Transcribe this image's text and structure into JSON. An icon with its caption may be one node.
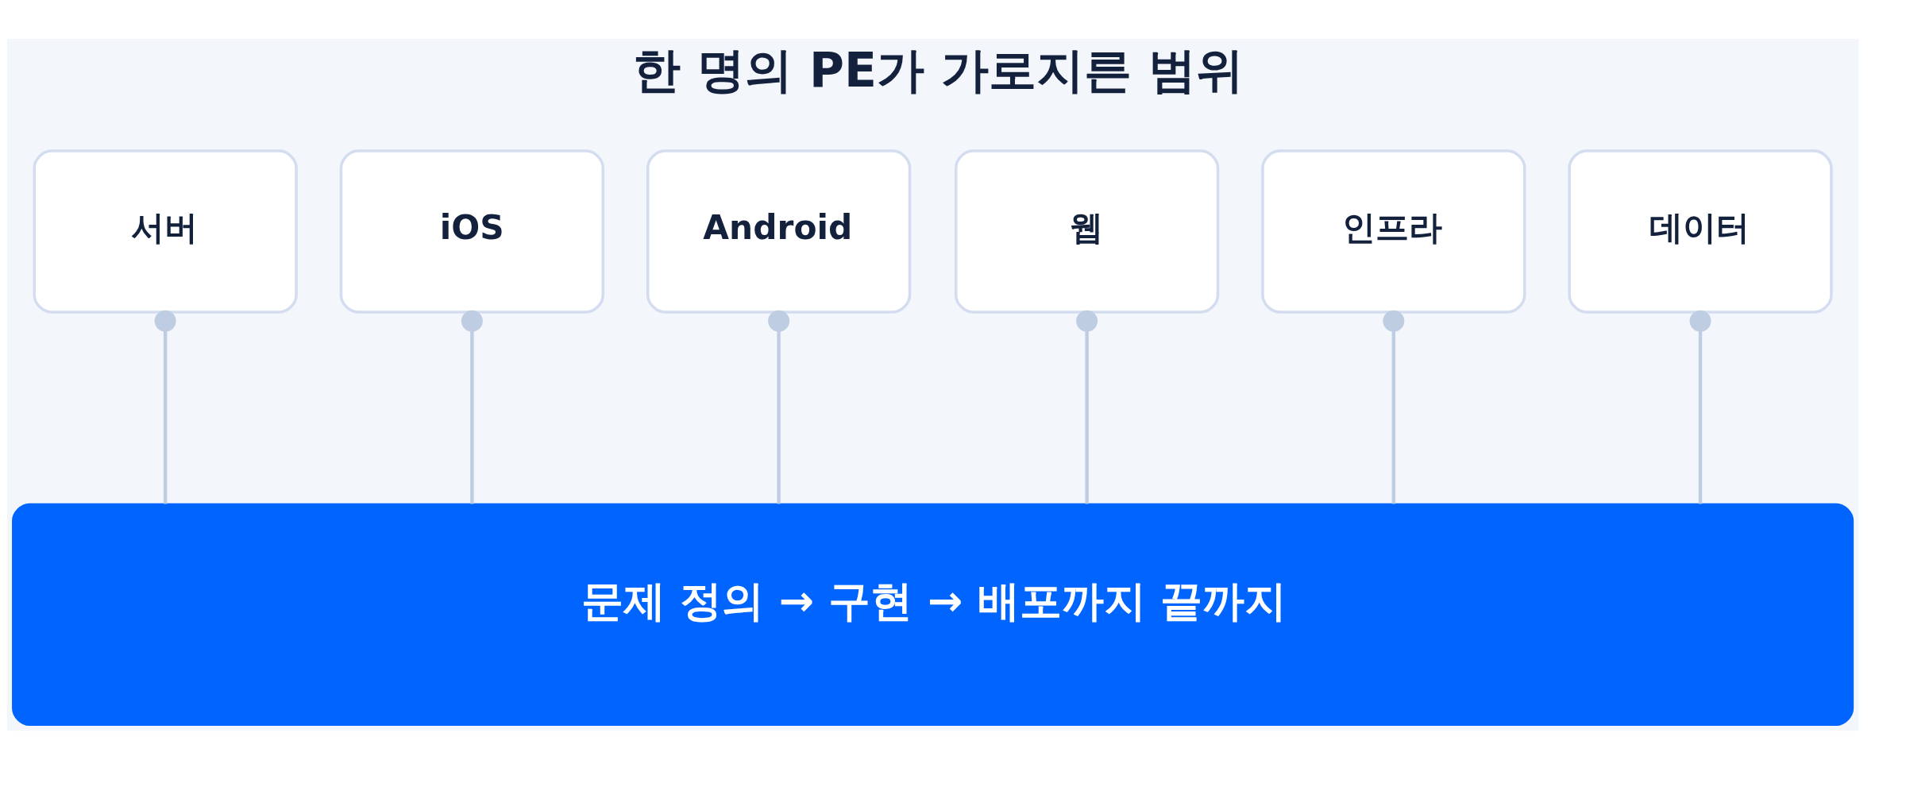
{
  "diagram": {
    "title": "한 명의 PE가 가로지른 범위",
    "nodes": [
      {
        "text": [
          "서버"
        ]
      },
      {
        "text": [
          "iOS"
        ]
      },
      {
        "text": [
          "Android"
        ]
      },
      {
        "text": [
          "웹"
        ]
      },
      {
        "text": [
          "인프라"
        ]
      },
      {
        "text": [
          "데이터"
        ]
      },
      {
        "text": [
          "문제 정의 → 구현 → 배포까지 끝까지"
        ]
      }
    ],
    "edges": [
      {
        "from": 0,
        "to": 6,
        "arrow": "other"
      },
      {
        "from": 1,
        "to": 6,
        "arrow": "other"
      },
      {
        "from": 2,
        "to": 6,
        "arrow": "other"
      },
      {
        "from": 3,
        "to": 6,
        "arrow": "other"
      },
      {
        "from": 4,
        "to": 6,
        "arrow": "other"
      },
      {
        "from": 5,
        "to": 6,
        "arrow": "other"
      }
    ]
  }
}
